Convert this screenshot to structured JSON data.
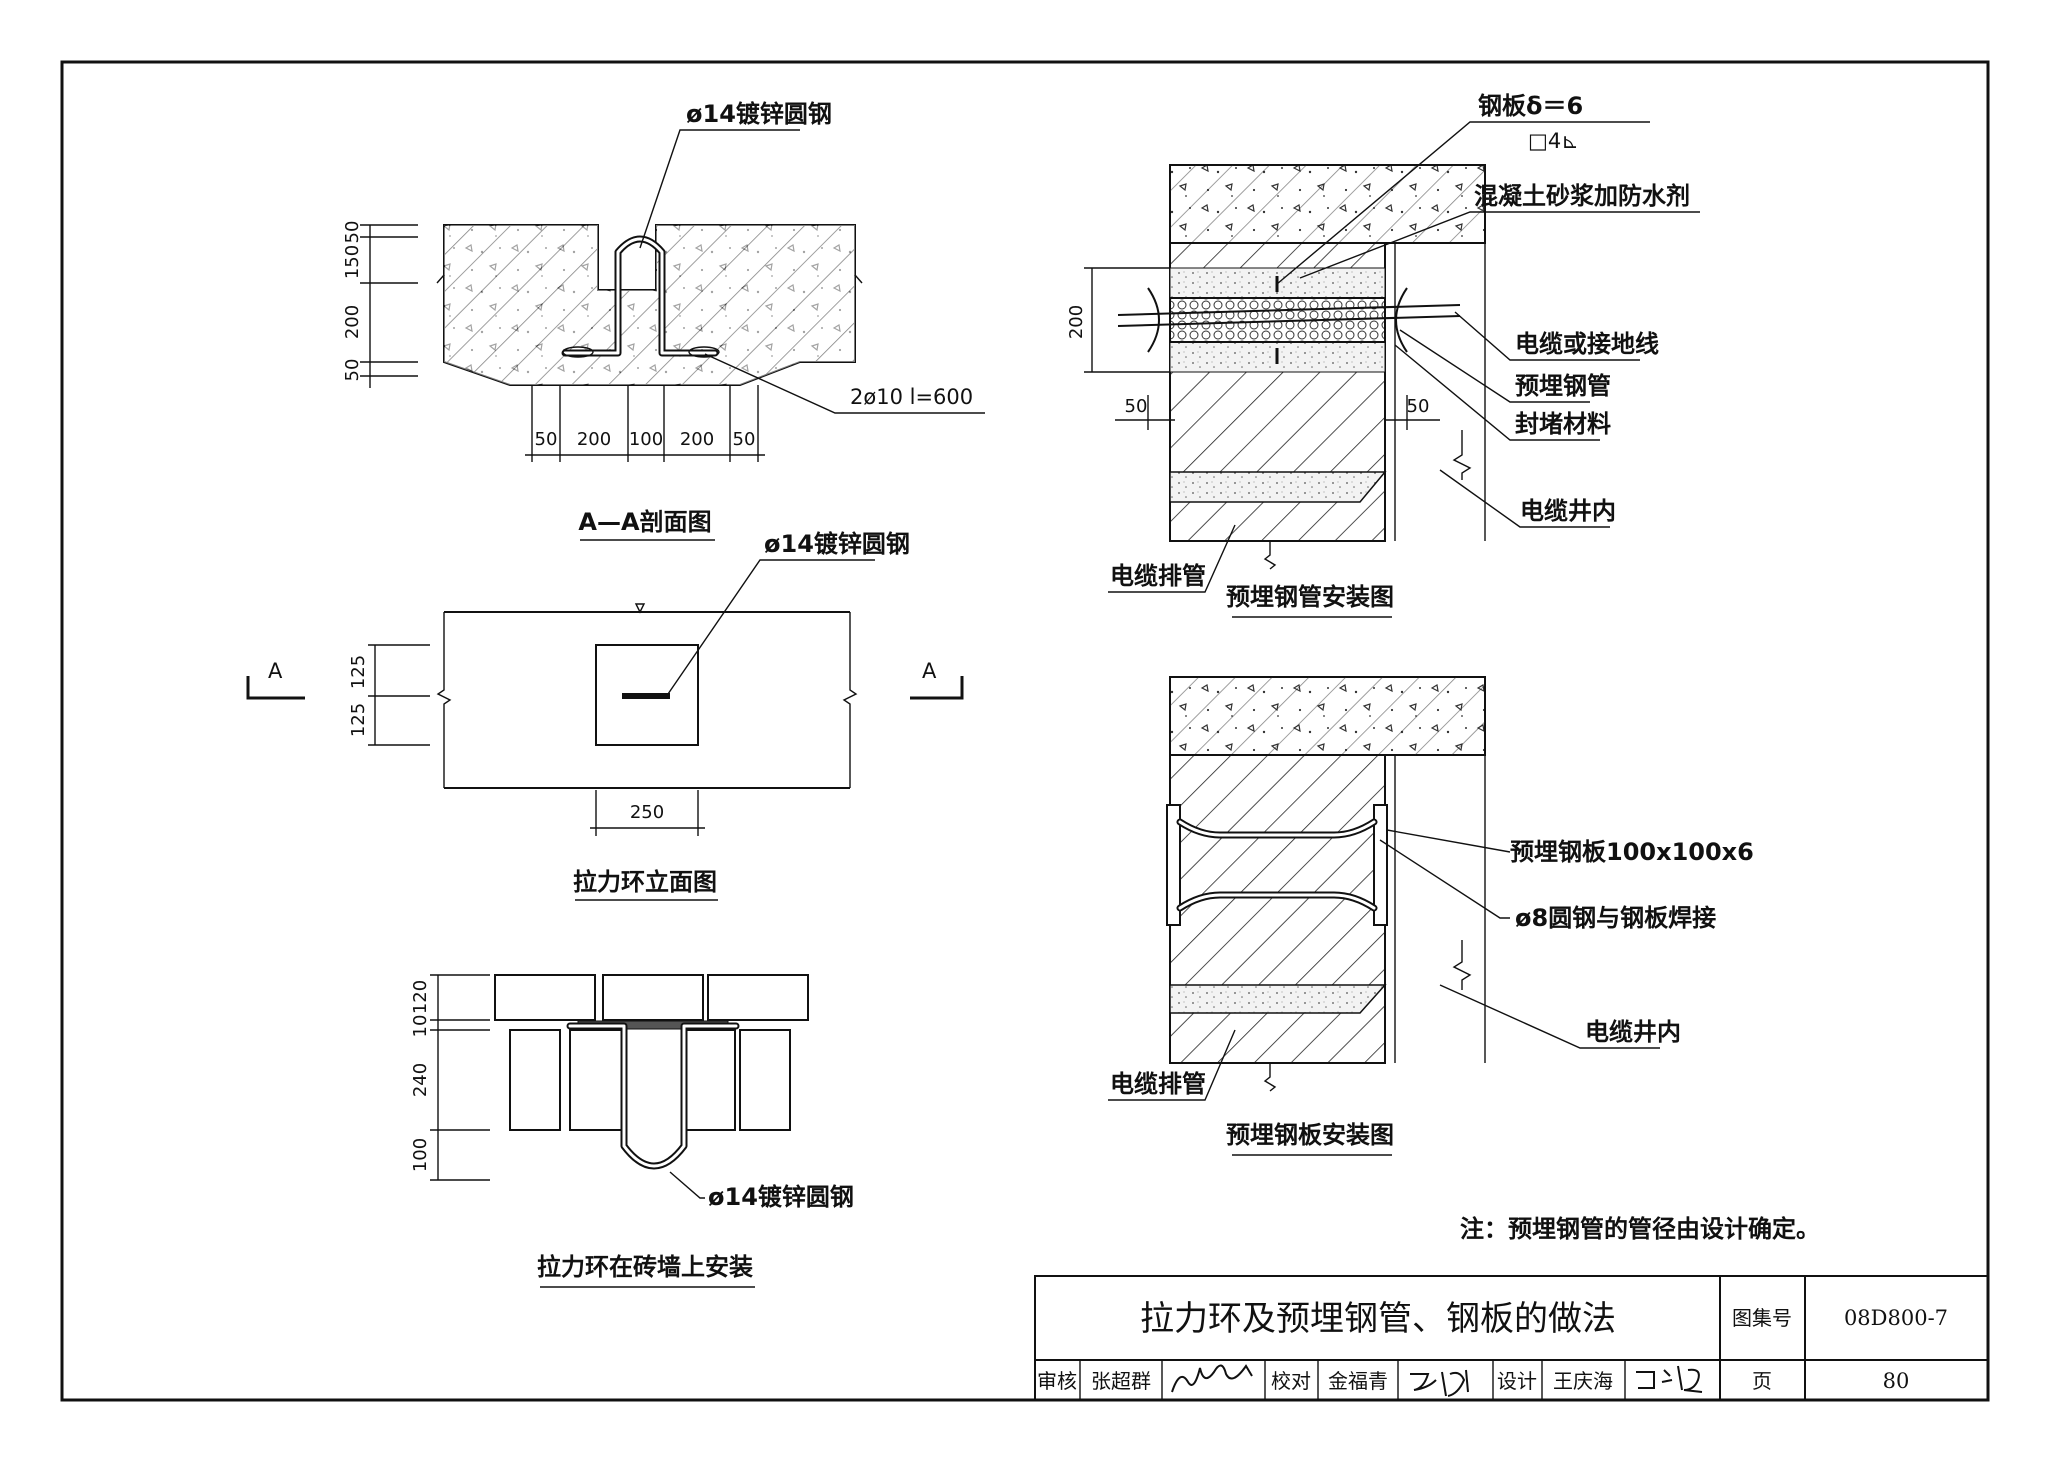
{
  "views": {
    "section_aa": {
      "title": "A—A剖面图",
      "bar_label": "ø14镀锌圆钢",
      "rebar_label": "2ø10  l=600",
      "vertical_dims": [
        "50",
        "150",
        "200",
        "50"
      ],
      "horizontal_dims": [
        "50",
        "200",
        "100",
        "200",
        "50"
      ]
    },
    "elevation": {
      "title": "拉力环立面图",
      "bar_label": "ø14镀锌圆钢",
      "section_mark": "A",
      "vertical_dims": [
        "125",
        "125"
      ],
      "horizontal_dim": "250"
    },
    "brick_wall": {
      "title": "拉力环在砖墙上安装",
      "bar_label": "ø14镀锌圆钢",
      "vertical_dims": [
        "120",
        "10",
        "240",
        "100"
      ]
    },
    "pipe_install": {
      "title": "预埋钢管安装图",
      "plate_label": "钢板δ＝6",
      "weld_symbol": "□4⊾",
      "mortar_label": "混凝土砂浆加防水剂",
      "cable_label": "电缆或接地线",
      "pipe_label": "预埋钢管",
      "seal_label": "封堵材料",
      "shaft_label": "电缆井内",
      "duct_label": "电缆排管",
      "dims": [
        "200",
        "50",
        "50"
      ]
    },
    "plate_install": {
      "title": "预埋钢板安装图",
      "plate_label": "预埋钢板100x100x6",
      "rod_label": "ø8圆钢与钢板焊接",
      "shaft_label": "电缆井内",
      "duct_label": "电缆排管"
    }
  },
  "note": "注：预埋钢管的管径由设计确定。",
  "title_block": {
    "drawing_title": "拉力环及预埋钢管、钢板的做法",
    "atlas_label": "图集号",
    "atlas_no": "08D800-7",
    "review_label": "审核",
    "reviewer": "张超群",
    "check_label": "校对",
    "checker": "金福青",
    "design_label": "设计",
    "designer": "王庆海",
    "page_label": "页",
    "page_no": "80"
  }
}
